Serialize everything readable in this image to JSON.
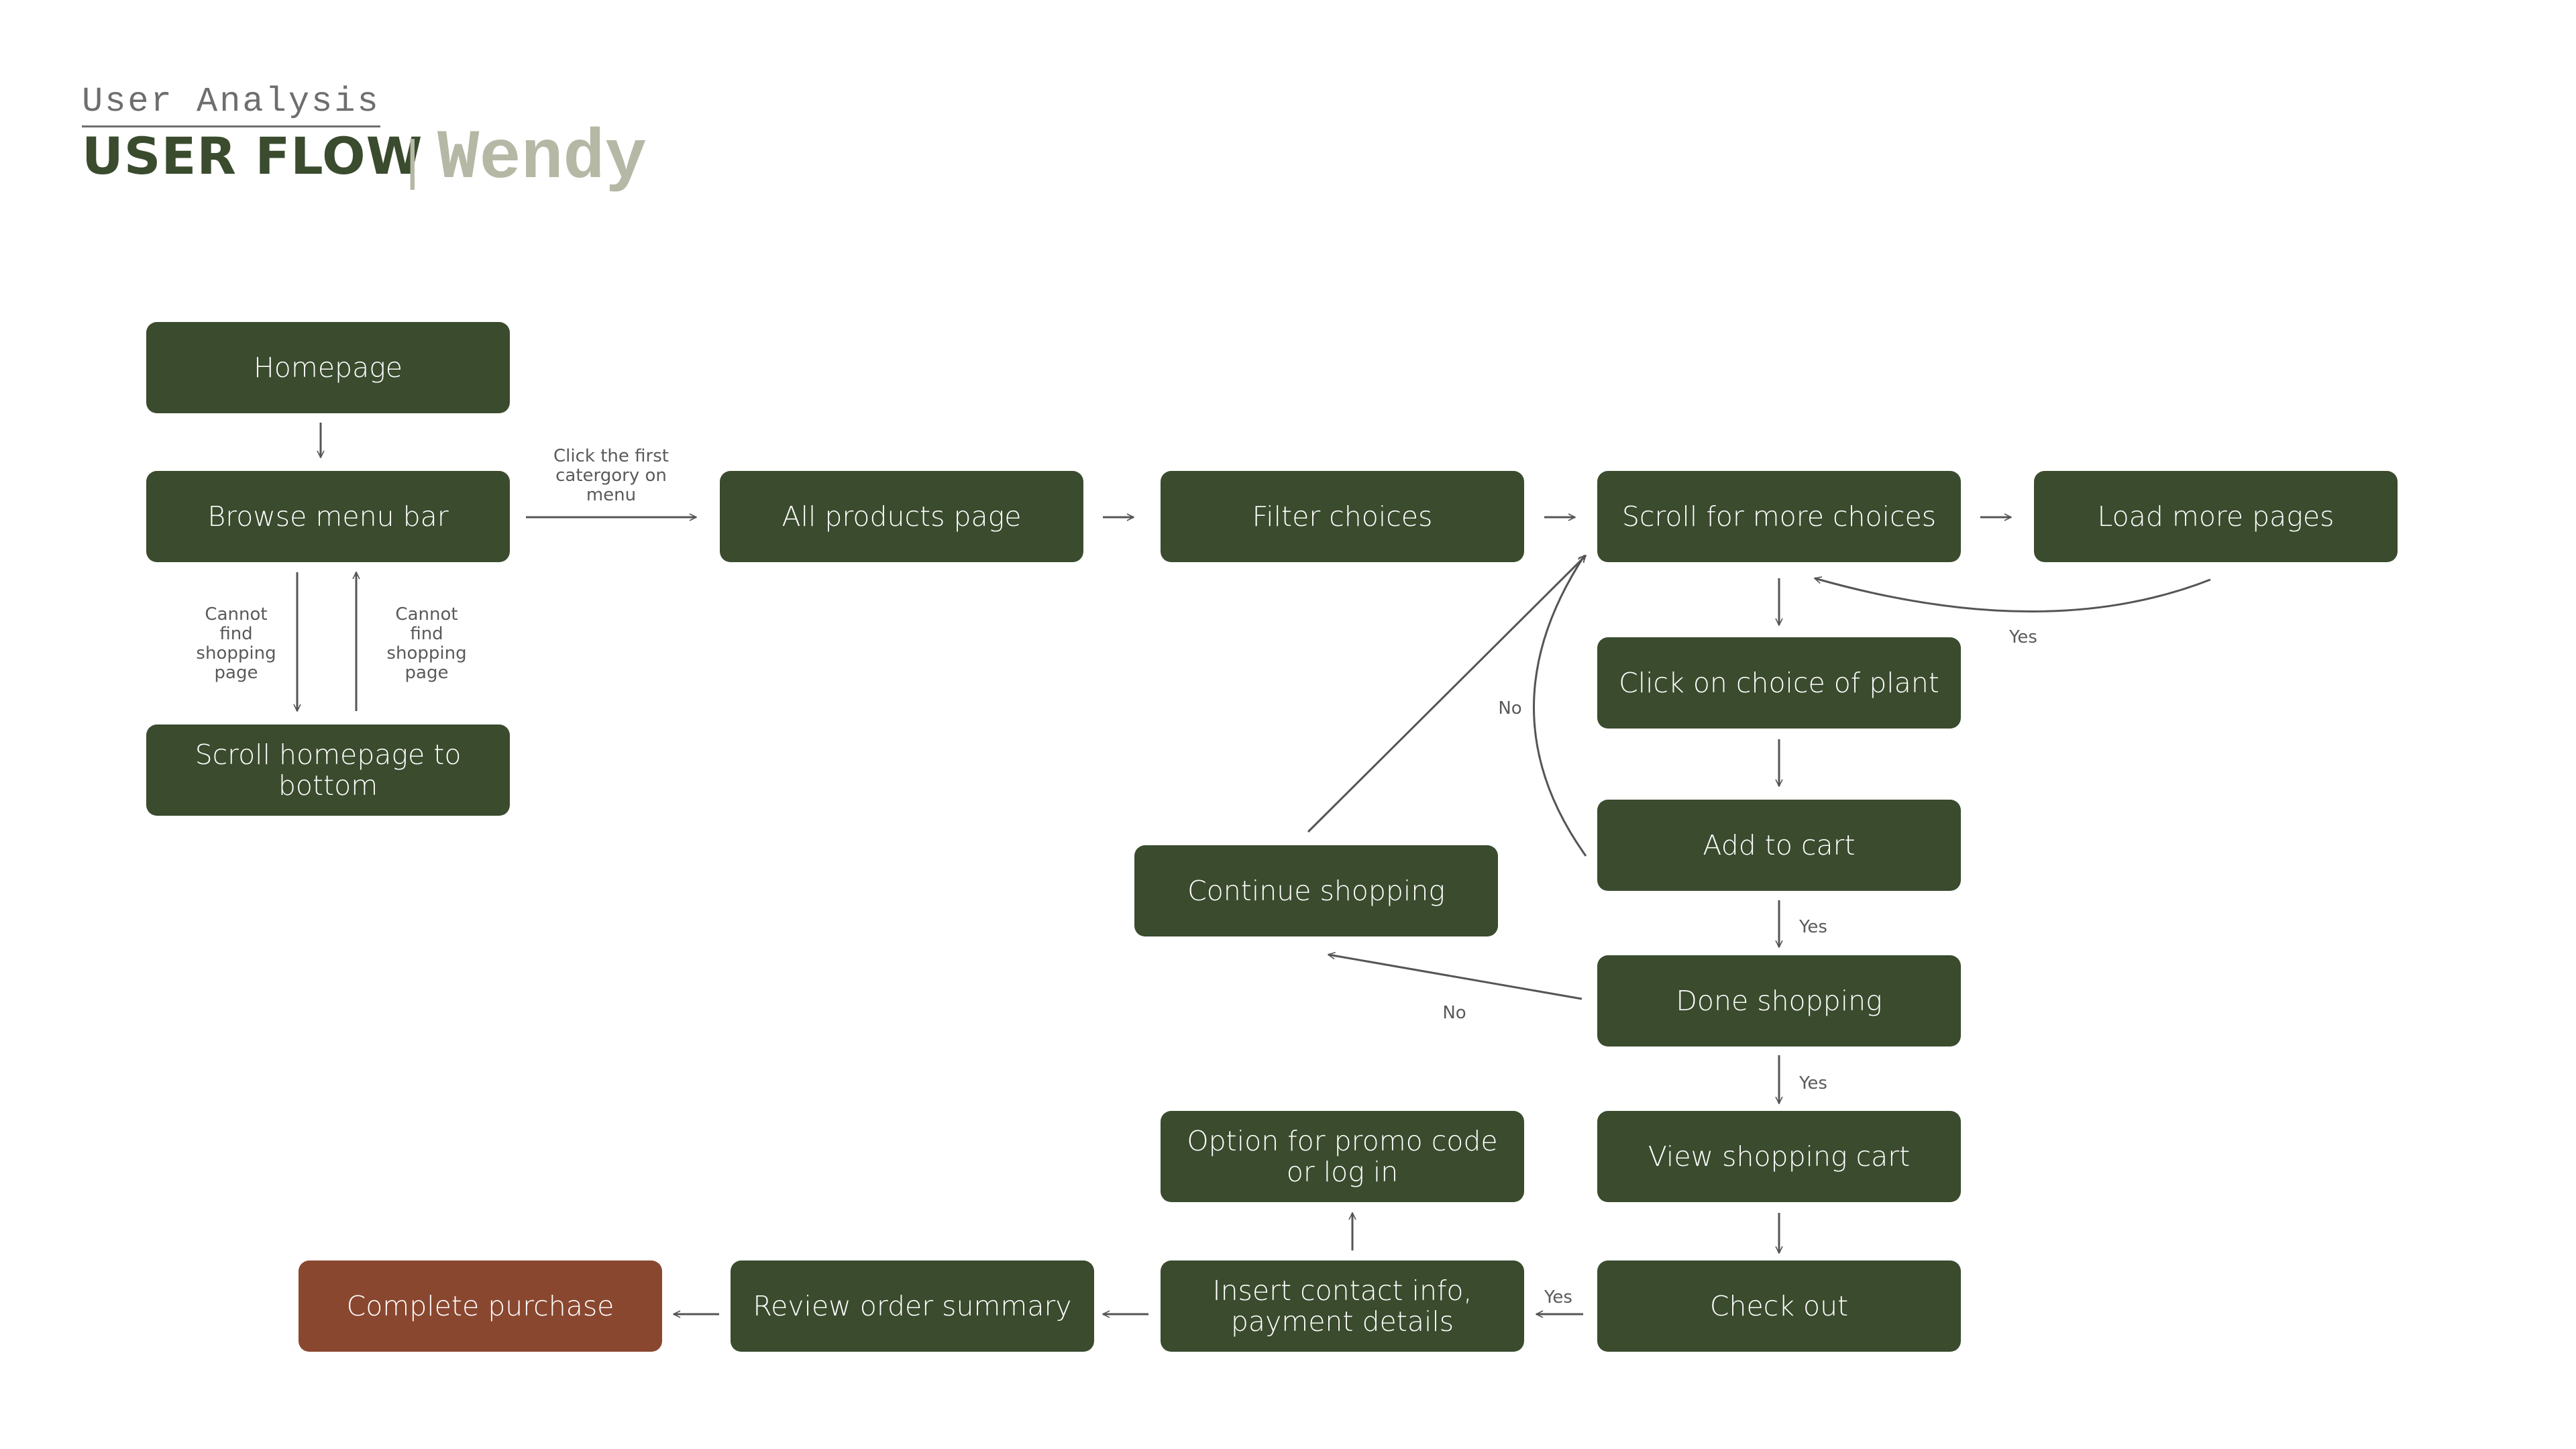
{
  "header": {
    "subtitle": "User Analysis",
    "title": "USER FLOW",
    "separator": "|",
    "name": "Wendy"
  },
  "colors": {
    "node": "#3a4b2e",
    "final_node": "#8a4730",
    "accent_muted": "#b6b8a6",
    "line": "#555555"
  },
  "nodes": {
    "homepage": "Homepage",
    "browse_menu_bar": "Browse menu bar",
    "scroll_homepage": "Scroll homepage to bottom",
    "all_products": "All products page",
    "filter_choices": "Filter choices",
    "scroll_more": "Scroll for more choices",
    "load_more": "Load more pages",
    "click_plant": "Click on choice of plant",
    "add_to_cart": "Add to cart",
    "continue_shopping": "Continue shopping",
    "done_shopping": "Done shopping",
    "view_cart": "View shopping cart",
    "promo_code": "Option for promo code or log in",
    "check_out": "Check out",
    "insert_info": "Insert contact info, payment details",
    "review_order": "Review order summary",
    "complete_purchase": "Complete purchase"
  },
  "edge_labels": {
    "first_category": [
      "Click the first",
      "catergory on",
      "menu"
    ],
    "cannot_find": [
      "Cannot",
      "find",
      "shopping",
      "page"
    ],
    "yes": "Yes",
    "no": "No"
  }
}
